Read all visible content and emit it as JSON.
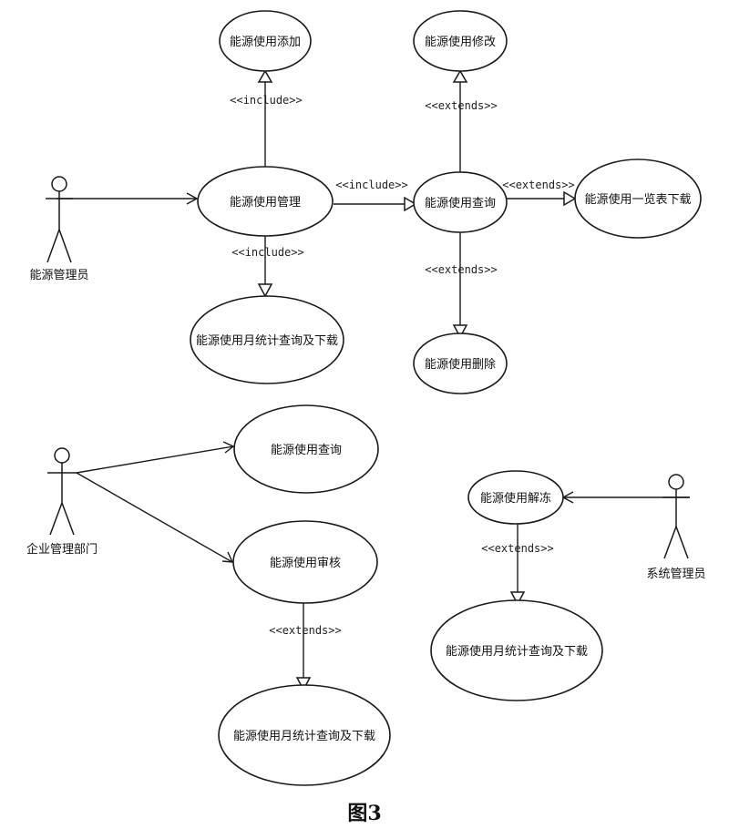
{
  "diagram": {
    "use_cases": {
      "add": "能源使用添加",
      "modify": "能源使用修改",
      "manage": "能源使用管理",
      "query": "能源使用查询",
      "list_download": "能源使用一览表下载",
      "monthly_1": "能源使用月统计查询及下载",
      "delete": "能源使用删除",
      "ent_query": "能源使用查询",
      "audit": "能源使用审核",
      "monthly_2": "能源使用月统计查询及下载",
      "unfreeze": "能源使用解冻",
      "monthly_3": "能源使用月统计查询及下载"
    },
    "actors": {
      "energy_admin": "能源管理员",
      "enterprise_dept": "企业管理部门",
      "system_admin": "系统管理员"
    },
    "stereotypes": {
      "include_add": "<<include>>",
      "include_query": "<<include>>",
      "include_monthly": "<<include>>",
      "extends_modify": "<<extends>>",
      "extends_list": "<<extends>>",
      "extends_delete": "<<extends>>",
      "extends_audit": "<<extends>>",
      "extends_unfreeze": "<<extends>>"
    }
  },
  "caption": "图3"
}
